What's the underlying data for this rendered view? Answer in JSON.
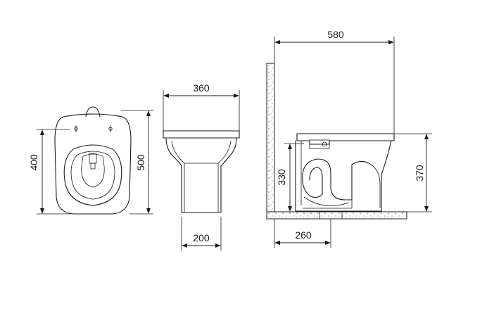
{
  "dimensions": {
    "top_view_depth": "400",
    "top_view_length": "500",
    "front_view_width": "360",
    "front_view_base_width": "200",
    "side_view_total_depth": "580",
    "side_view_inlet_height": "330",
    "side_view_overall_height": "370",
    "side_view_outlet_offset": "260"
  },
  "colors": {
    "line": "#1a1a1a",
    "background": "#ffffff",
    "wall_speckle": "#6b6b6b"
  }
}
